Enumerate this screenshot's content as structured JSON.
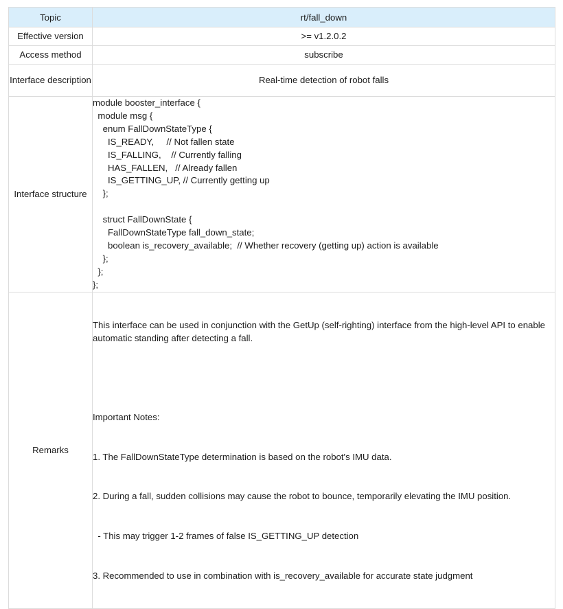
{
  "table": {
    "header": {
      "label": "Topic",
      "value": "rt/fall_down"
    },
    "rows": [
      {
        "label": "Effective version",
        "value": ">= v1.2.0.2"
      },
      {
        "label": "Access method",
        "value": "subscribe"
      },
      {
        "label": "Interface description",
        "value": "Real-time detection of robot falls"
      },
      {
        "label": "Interface structure",
        "code": "module booster_interface {\n  module msg {\n    enum FallDownStateType {\n      IS_READY,     // Not fallen state\n      IS_FALLING,    // Currently falling\n      HAS_FALLEN,   // Already fallen\n      IS_GETTING_UP, // Currently getting up\n    };\n\n    struct FallDownState {\n      FallDownStateType fall_down_state;\n      boolean is_recovery_available;  // Whether recovery (getting up) action is available\n    };\n  };\n};"
      },
      {
        "label": "Remarks",
        "intro": "This interface can be used in conjunction with the GetUp (self-righting) interface from the high-level API to enable automatic standing after detecting a fall.",
        "notes_heading": "Important Notes:",
        "notes": [
          "1. The FallDownStateType determination is based on the robot's IMU data.",
          "2. During a fall, sudden collisions may cause the robot to bounce, temporarily elevating the IMU position.",
          "  - This may trigger 1-2 frames of false IS_GETTING_UP detection",
          "3. Recommended to use in combination with is_recovery_available for accurate state judgment"
        ]
      }
    ]
  },
  "colors": {
    "header_background": "#d9eefb",
    "border": "#dcdcdc",
    "text": "#1c1c1c",
    "page_background": "#ffffff"
  }
}
